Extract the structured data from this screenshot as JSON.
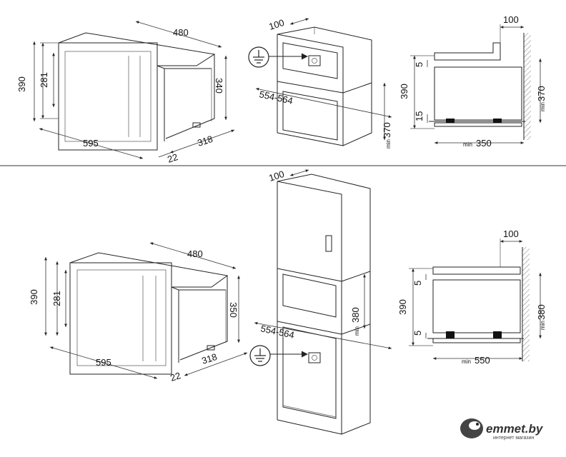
{
  "top": {
    "front": {
      "width": "595",
      "height": "390",
      "inner_height": "281",
      "depth": "480",
      "body_height": "340",
      "body_depth": "318",
      "door_depth": "22"
    },
    "cabinet": {
      "top_gap": "100",
      "niche_width": "554-564",
      "niche_height_min": "min",
      "niche_height": "370"
    },
    "side": {
      "top_gap": "100",
      "height": "390",
      "upper_gap": "5",
      "lower_gap": "15",
      "niche_height_min": "min",
      "niche_height": "370",
      "depth_min": "min",
      "depth": "350"
    }
  },
  "bottom": {
    "front": {
      "width": "595",
      "height": "390",
      "inner_height": "281",
      "depth": "480",
      "body_height": "350",
      "body_depth": "318",
      "door_depth": "22"
    },
    "cabinet": {
      "top_gap": "100",
      "niche_width": "554-564",
      "niche_height_min": "min",
      "niche_height": "380"
    },
    "side": {
      "top_gap": "100",
      "height": "390",
      "upper_gap": "5",
      "lower_gap": "5",
      "niche_height_min": "min",
      "niche_height": "380",
      "depth_min": "min",
      "depth": "550"
    }
  },
  "icons": {
    "ground": "ground-symbol-icon",
    "socket": "power-socket-icon",
    "logo": "emmet-bird-logo"
  },
  "brand": {
    "name": "emmet.by",
    "tagline": "интернет магазин"
  }
}
